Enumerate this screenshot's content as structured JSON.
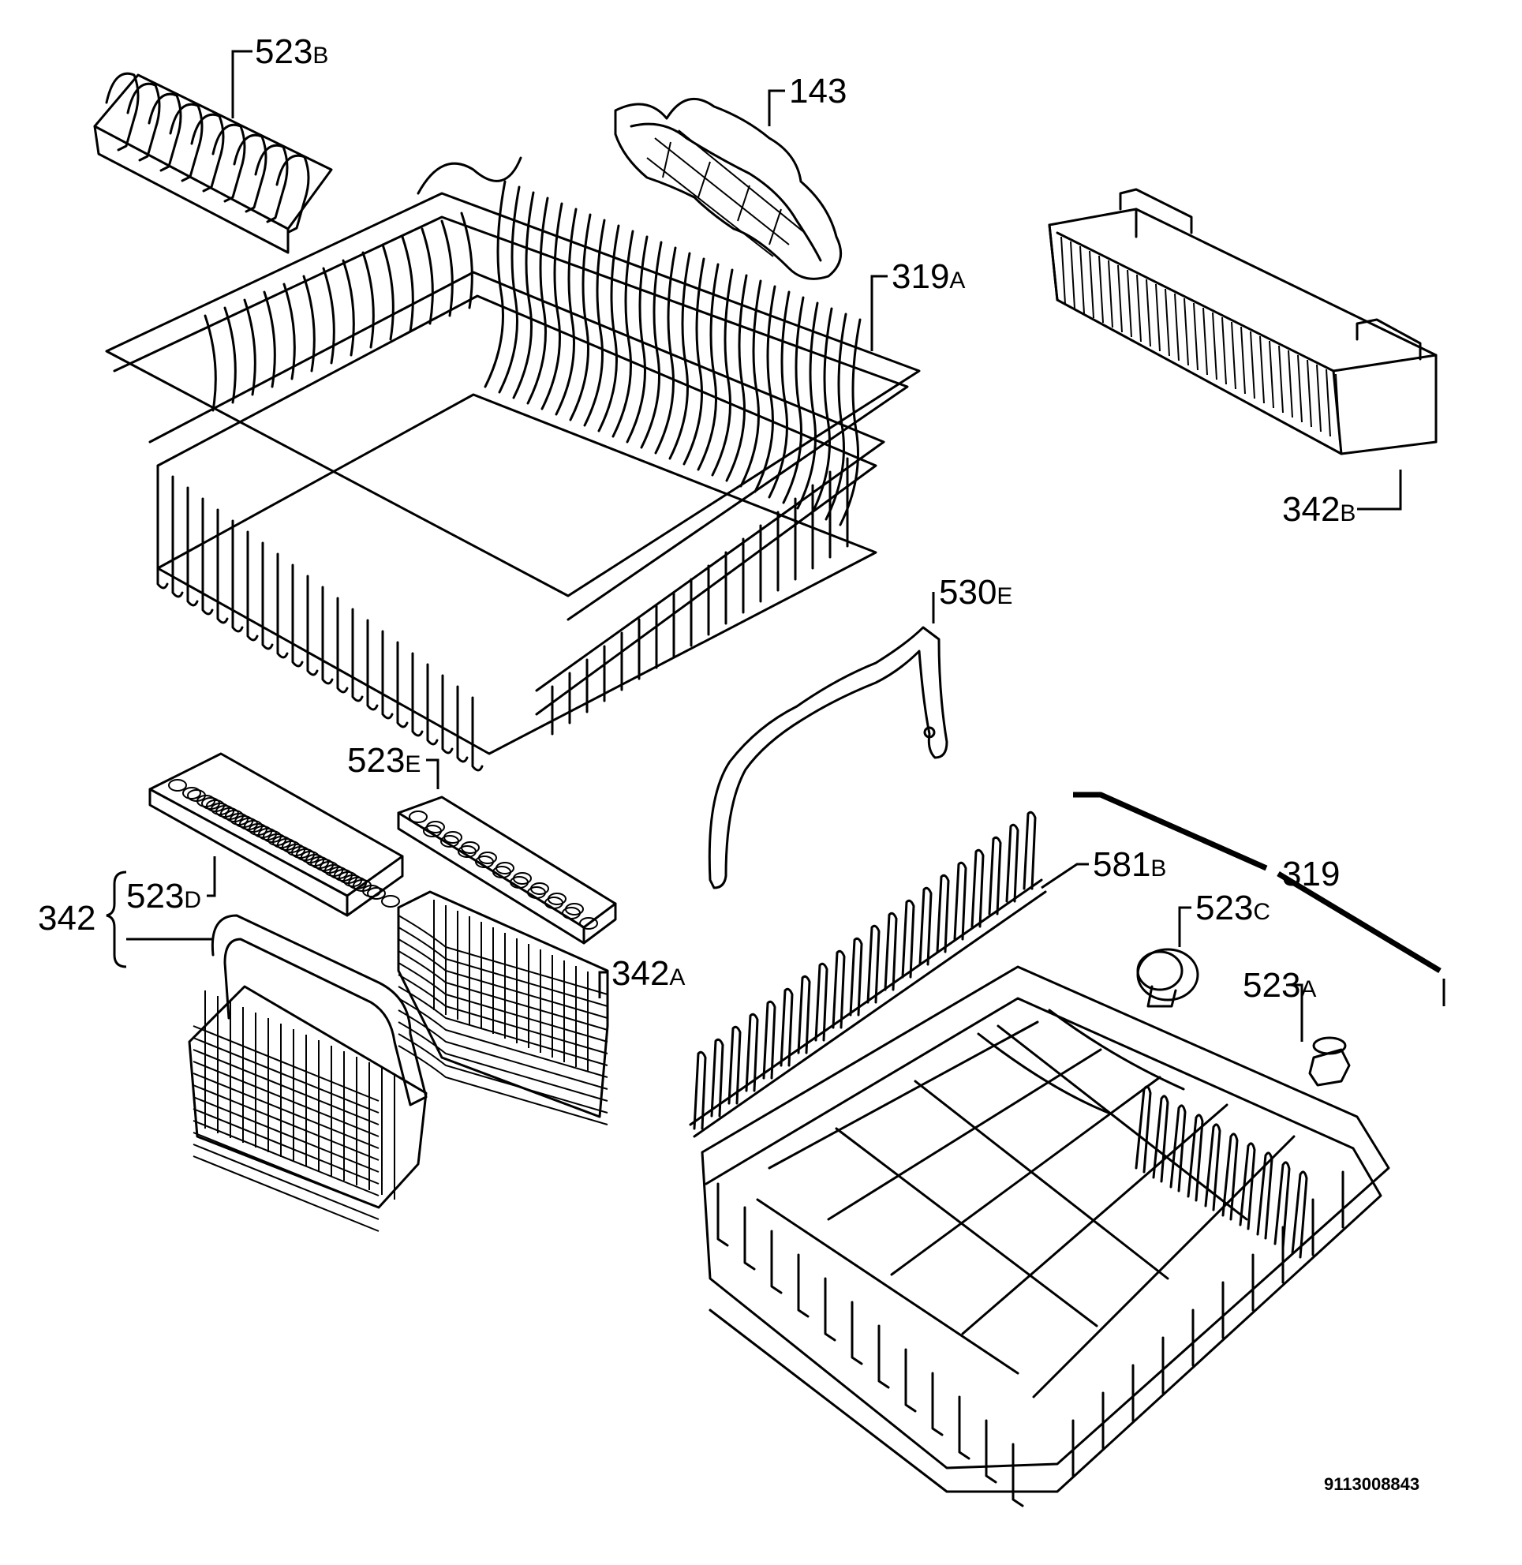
{
  "callouts": {
    "c523B": {
      "num": "523",
      "suffix": "B"
    },
    "c143": {
      "num": "143",
      "suffix": ""
    },
    "c319A": {
      "num": "319",
      "suffix": "A"
    },
    "c342B": {
      "num": "342",
      "suffix": "B"
    },
    "c530E": {
      "num": "530",
      "suffix": "E"
    },
    "c523E": {
      "num": "523",
      "suffix": "E"
    },
    "c523D": {
      "num": "523",
      "suffix": "D"
    },
    "c342": {
      "num": "342",
      "suffix": ""
    },
    "c342A": {
      "num": "342",
      "suffix": "A"
    },
    "c581B": {
      "num": "581",
      "suffix": "B"
    },
    "c319": {
      "num": "319",
      "suffix": ""
    },
    "c523C": {
      "num": "523",
      "suffix": "C"
    },
    "c523A": {
      "num": "523",
      "suffix": "A"
    }
  },
  "drawing_code": "9113008843"
}
